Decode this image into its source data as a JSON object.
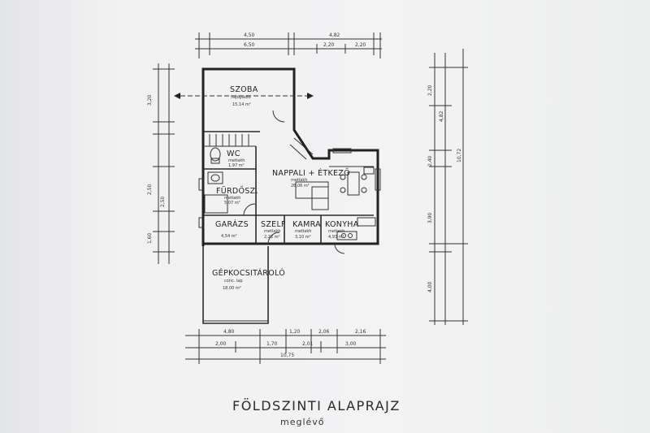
{
  "drawing": {
    "title": "FÖLDSZINTI ALAPRAJZ",
    "subtitle": "meglévő"
  },
  "rooms": {
    "szoba": {
      "name": "SZOBA",
      "floor": "hajópadló",
      "area": "15,14 m²"
    },
    "wc": {
      "name": "WC",
      "floor": "metlakh",
      "area": "1,97 m²"
    },
    "furdo": {
      "name": "FÜRDŐSZ.",
      "floor": "metlakh",
      "area": "5,07 m²"
    },
    "nappali": {
      "name": "NAPPALI + ÉTKEZŐ",
      "floor": "metlakh",
      "area": "28,06 m²"
    },
    "garazs": {
      "name": "GARÁZS",
      "floor": "",
      "area": "4,54 m²"
    },
    "szelf": {
      "name": "SZELF",
      "floor": "metlakh",
      "area": "2,22 m²"
    },
    "kamra": {
      "name": "KAMRA",
      "floor": "metlakh",
      "area": "3,10 m²"
    },
    "konyha": {
      "name": "KONYHA",
      "floor": "metlakh",
      "area": "4,93 m²"
    },
    "gepkocsi": {
      "name": "GÉPKOCSITÁROLÓ",
      "floor": "conc. lap",
      "area": "18,00 m²"
    }
  },
  "dims_top": {
    "row1": [
      "4,50",
      "4,82"
    ],
    "row2": [
      "6,50",
      "2,20",
      "2,20"
    ]
  },
  "dims_bottom": {
    "row1": [
      "4,80",
      "1,20",
      "2,06",
      "2,16"
    ],
    "row2": [
      "2,00",
      "1,70",
      "2,01",
      "3,00"
    ],
    "total": "10,75"
  },
  "dims_left": [
    "3,20",
    "2,50",
    "2,50",
    "1,60"
  ],
  "dims_right": [
    "2,20",
    "4,82",
    "2,40",
    "3,90",
    "4,00",
    "10,72"
  ]
}
